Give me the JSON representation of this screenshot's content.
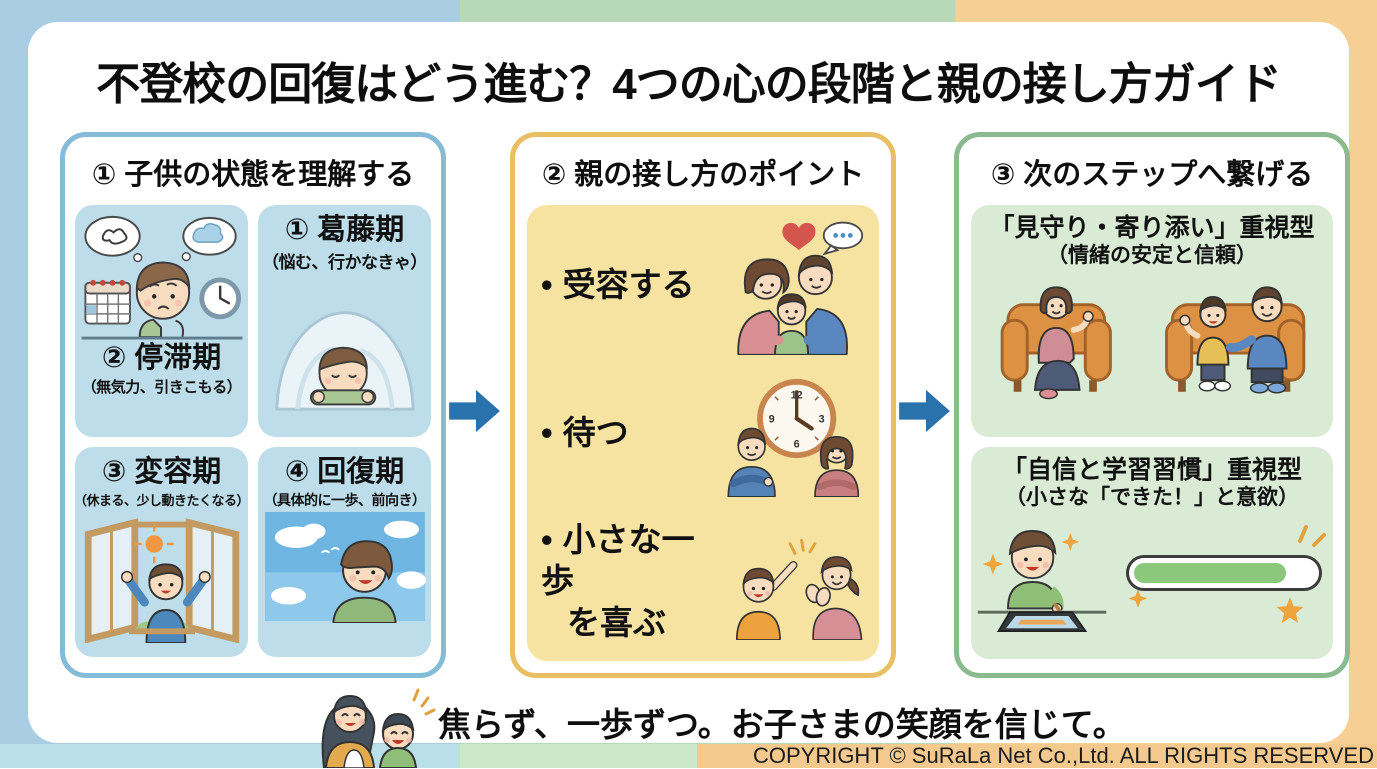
{
  "page": {
    "title": "不登校の回復はどう進む？4つの心の段階と親の接し方ガイド"
  },
  "panel1": {
    "header": "① 子供の状態を理解する",
    "stages": [
      {
        "title": "① 葛藤期",
        "subtitle": "（悩む、行かなきゃ）"
      },
      {
        "title": "② 停滞期",
        "subtitle": "（無気力、引きこもる）"
      },
      {
        "title": "③ 変容期",
        "subtitle": "（休まる、少し動きたくなる）"
      },
      {
        "title": "④ 回復期",
        "subtitle": "（具体的に一歩、前向き）"
      }
    ]
  },
  "panel2": {
    "header": "② 親の接し方のポイント",
    "bullet": "•",
    "points": [
      {
        "line1": "受容する",
        "line2": ""
      },
      {
        "line1": "待つ",
        "line2": ""
      },
      {
        "line1": "小さな一歩",
        "line2": "を喜ぶ"
      }
    ],
    "clock_numbers": [
      "12",
      "3",
      "6",
      "9"
    ]
  },
  "panel3": {
    "header": "③ 次のステップへ繋げる",
    "tracks": [
      {
        "title": "「見守り・寄り添い」重視型",
        "subtitle": "（情緒の安定と信頼）"
      },
      {
        "title": "「自信と学習習慣」重視型",
        "subtitle": "（小さな「できた！」と意欲）"
      }
    ]
  },
  "footer": {
    "message": "焦らず、一歩ずつ。お子さまの笑顔を信じて。",
    "copyright": "COPYRIGHT © SuRaLa Net Co.,Ltd. ALL RIGHTS RESERVED"
  },
  "colors": {
    "band_blue": "#a9cee3",
    "band_green": "#b7d9b5",
    "band_orange": "#f6cf94",
    "panel1_border": "#84bcd7",
    "panel1_cell_bg": "#bcdde9",
    "panel2_border": "#e9bf63",
    "panel2_box_bg": "#f7e3a1",
    "panel3_border": "#8aba8e",
    "panel3_card_bg": "#d9ebd5",
    "arrow": "#2a72ab",
    "copyright_bar": "#f4c98e",
    "progress_fill": "#8cc87c",
    "text": "#111111"
  },
  "illustrations": [
    "thinking-child",
    "child-under-blanket",
    "child-opening-window",
    "child-blue-sky",
    "family-hug",
    "parents-waiting-clock",
    "mother-praising-child",
    "family-sofa-talk",
    "child-tablet-study",
    "progress-bar",
    "mother-and-child"
  ]
}
